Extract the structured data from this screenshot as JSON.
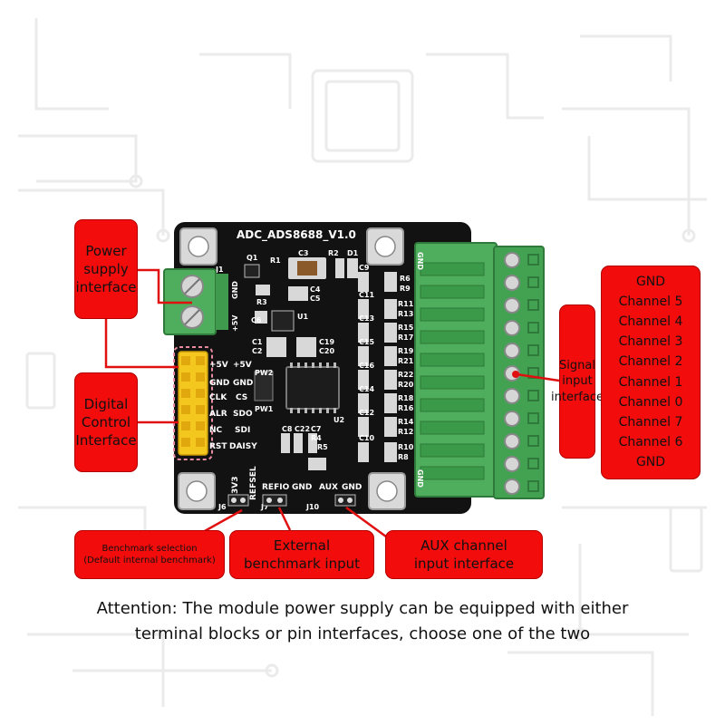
{
  "title": "ADC_ADS8688_V1.0",
  "callouts": {
    "power_supply": [
      "Power",
      "supply",
      "interface"
    ],
    "digital_control": [
      "Digital",
      "Control",
      "Interface"
    ],
    "signal_input": [
      "Signal",
      "input",
      "interface"
    ],
    "channels": [
      "GND",
      "Channel 5",
      "Channel 4",
      "Channel 3",
      "Channel 2",
      "Channel 1",
      "Channel 0",
      "Channel 7",
      "Channel 6",
      "GND"
    ],
    "benchmark_selection": [
      "Benchmark selection",
      "(Default internal benchmark)"
    ],
    "external_benchmark": [
      "External",
      "benchmark input"
    ],
    "aux_channel": [
      "AUX channel",
      "input interface"
    ]
  },
  "attention": [
    "Attention: The module power supply can be equipped with either",
    "terminal blocks or pin interfaces, choose one of the two"
  ],
  "pcb": {
    "header_left": [
      "+5V",
      "GND",
      "CLK",
      "ALR",
      "NC",
      "RST"
    ],
    "header_right": [
      "+5V",
      "GND",
      "CS",
      "SDO",
      "SDI",
      "DAISY"
    ],
    "power_terminal": [
      "GND",
      "+5V"
    ],
    "bottom_labels": [
      "3V3",
      "REFSEL",
      "REFIO",
      "GND",
      "AUX",
      "GND"
    ],
    "terminal_gnd": "GND",
    "components": [
      "Q1",
      "R1",
      "R2",
      "D1",
      "C3",
      "J1",
      "R3",
      "C4",
      "C5",
      "C6",
      "U1",
      "C1",
      "C2",
      "C19",
      "C20",
      "PW2",
      "PW1",
      "U2",
      "C8",
      "C22",
      "C7",
      "R4",
      "R5",
      "C9",
      "R6",
      "R9",
      "C11",
      "R11",
      "R13",
      "C13",
      "R15",
      "R17",
      "C15",
      "R19",
      "R21",
      "C16",
      "R22",
      "R20",
      "C14",
      "R18",
      "R16",
      "C12",
      "R14",
      "R12",
      "C10",
      "R10",
      "R8",
      "J6",
      "J7",
      "J10"
    ]
  },
  "colors": {
    "callout": "#f20c0c",
    "pcb": "#121212",
    "terminal": "#4fae5d",
    "header": "#f3c71d",
    "leader": "#e01010"
  }
}
